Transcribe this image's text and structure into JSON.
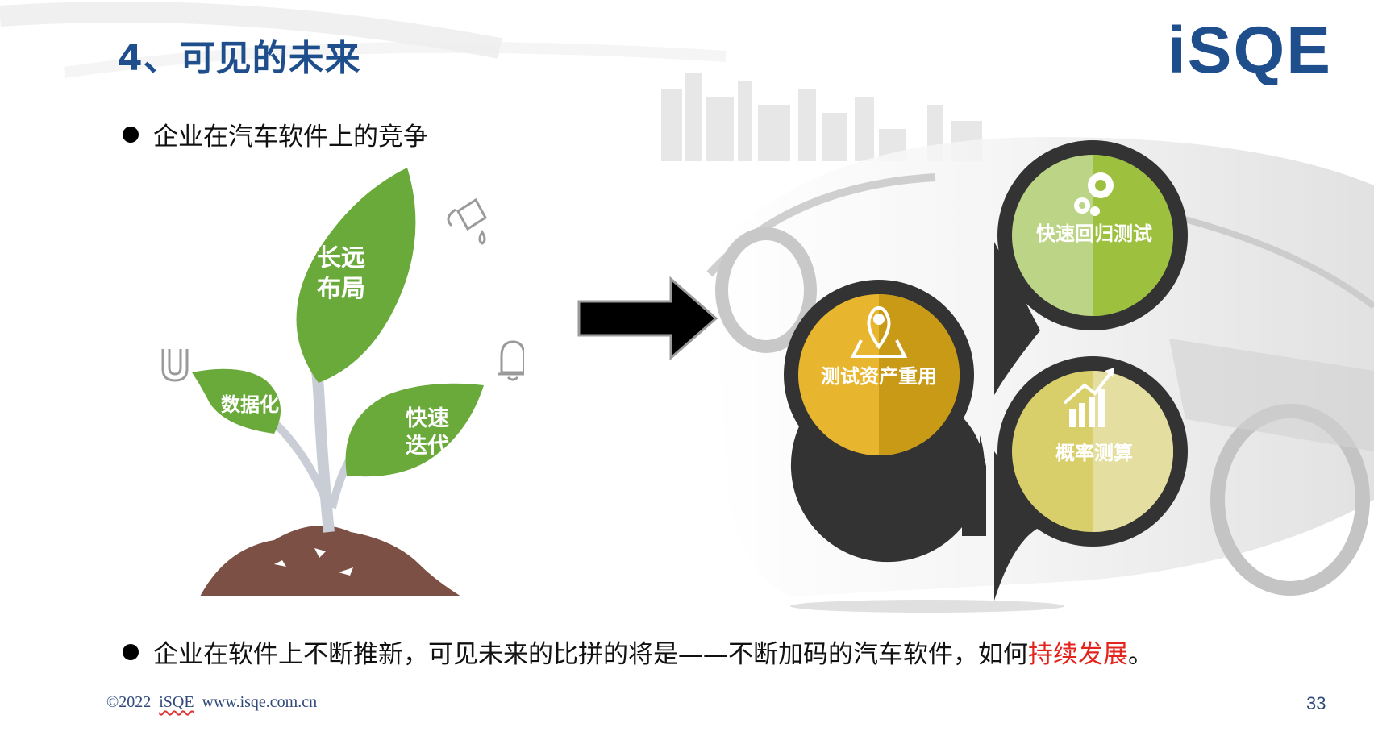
{
  "slide": {
    "title": "4、可见的未来",
    "logo": "iSQE",
    "bullet1": "企业在汽车软件上的竞争",
    "bullet2_part1": "企业在软件上不断推新，可见未来的比拼的将是——不断加码的汽车软件，如何",
    "bullet2_highlight": "持续发展",
    "bullet2_end": "。",
    "footer_copyright": "©2022",
    "footer_brand": "iSQE",
    "footer_url": "www.isqe.com.cn",
    "page_number": "33"
  },
  "plant": {
    "leaf_top_line1": "长远",
    "leaf_top_line2": "布局",
    "leaf_left": "数据化",
    "leaf_right_line1": "快速",
    "leaf_right_line2": "迭代"
  },
  "bubbles": {
    "left_label": "测试资产重用",
    "top_label": "快速回归测试",
    "bottom_label": "概率测算"
  },
  "colors": {
    "title": "#1f4e8c",
    "highlight": "#e3231c",
    "leaf_green": "#6aaa3a",
    "bubble_yellow": "#e8b52e",
    "bubble_green": "#9dc13e",
    "bubble_khaki": "#d8cf6a",
    "bubble_ring": "#333333"
  }
}
